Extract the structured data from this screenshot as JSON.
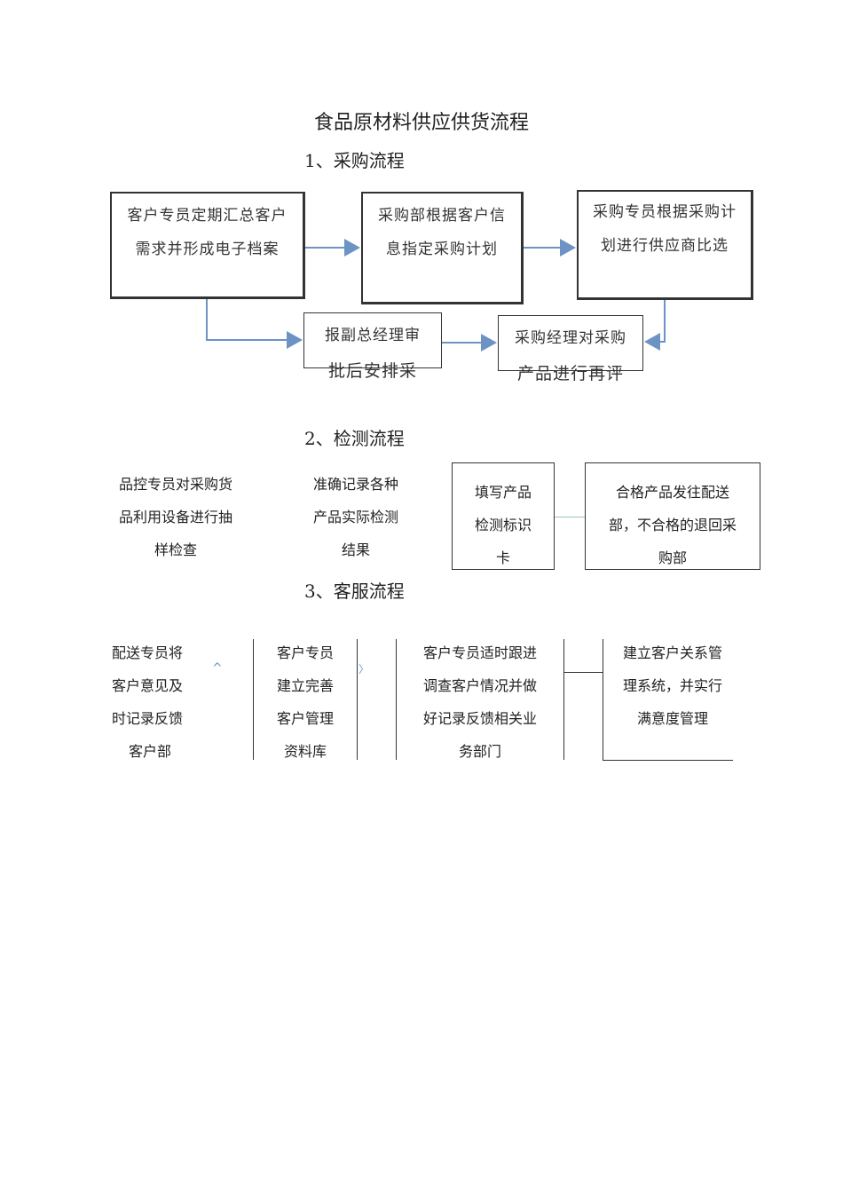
{
  "title": "食品原材料供应供货流程",
  "sections": {
    "purchase": {
      "heading": "1、采购流程",
      "box1": [
        "客户专员定期汇总客户",
        "需求并形成电子档案"
      ],
      "box2": [
        "采购部根据客户信",
        "息指定采购计划"
      ],
      "box3": [
        "采购专员根据采购计",
        "划进行供应商比选"
      ],
      "box4": [
        "报副总经理审",
        "批后安排采"
      ],
      "box5": [
        "采购经理对采购",
        "产品进行再评"
      ]
    },
    "inspection": {
      "heading": "2、检测流程",
      "step1": [
        "品控专员对采购货",
        "品利用设备进行抽",
        "样检查"
      ],
      "step2": [
        "准确记录各种",
        "产品实际检测",
        "结果"
      ],
      "step3": [
        "填写产品",
        "检测标识",
        "卡"
      ],
      "step4": [
        "合格产品发往配送",
        "部，不合格的退回采",
        "购部"
      ]
    },
    "service": {
      "heading": "3、客服流程",
      "step1": [
        "配送专员将",
        "客户意见及",
        "时记录反馈",
        "客户部"
      ],
      "mark1": "^",
      "step2": [
        "客户专员",
        "建立完善",
        "客户管理",
        "资料库"
      ],
      "mark2": "〉",
      "step3": [
        "客户专员适时跟进",
        "调查客户情况并做",
        "好记录反馈相关业",
        "务部门"
      ],
      "step4": [
        "建立客户关系管",
        "理系统，并实行",
        "满意度管理"
      ]
    }
  },
  "colors": {
    "arrow": "#6c93c4",
    "border": "#333333",
    "thin_line": "#9ac5b0"
  }
}
